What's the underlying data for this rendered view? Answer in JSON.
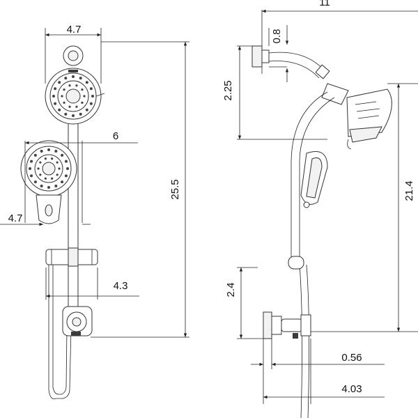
{
  "dimensions": {
    "front_head_width": "4.7",
    "hand_shower_width": "6",
    "hand_shower_handle_width": "4.7",
    "overall_height": "25.5",
    "holder_offset": "4.3",
    "side_overall_projection": "11",
    "arm_flange_thickness": "0.8",
    "arm_rise": "2.25",
    "side_overall_height": "21.4",
    "outlet_height": "2.4",
    "outlet_offset": "0.56",
    "outlet_projection": "4.03"
  }
}
